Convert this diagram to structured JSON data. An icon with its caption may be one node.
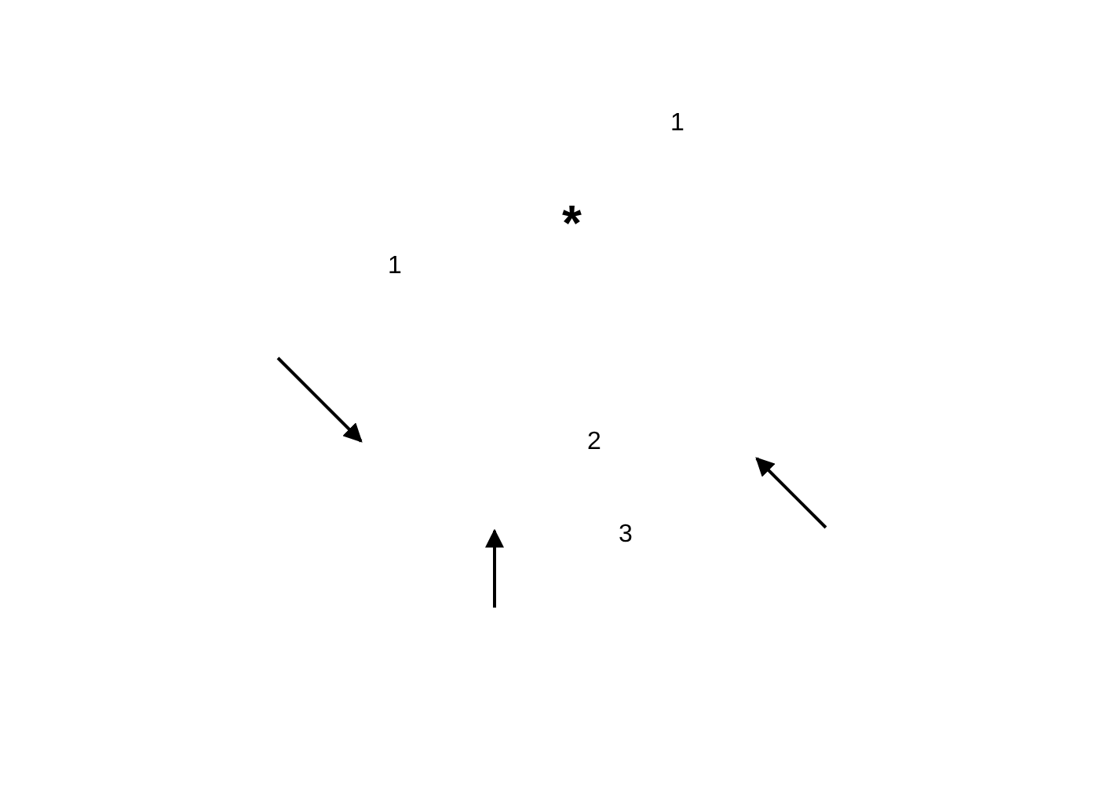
{
  "diagram": {
    "labels": [
      "1",
      "*",
      "1",
      "2",
      "3"
    ]
  }
}
